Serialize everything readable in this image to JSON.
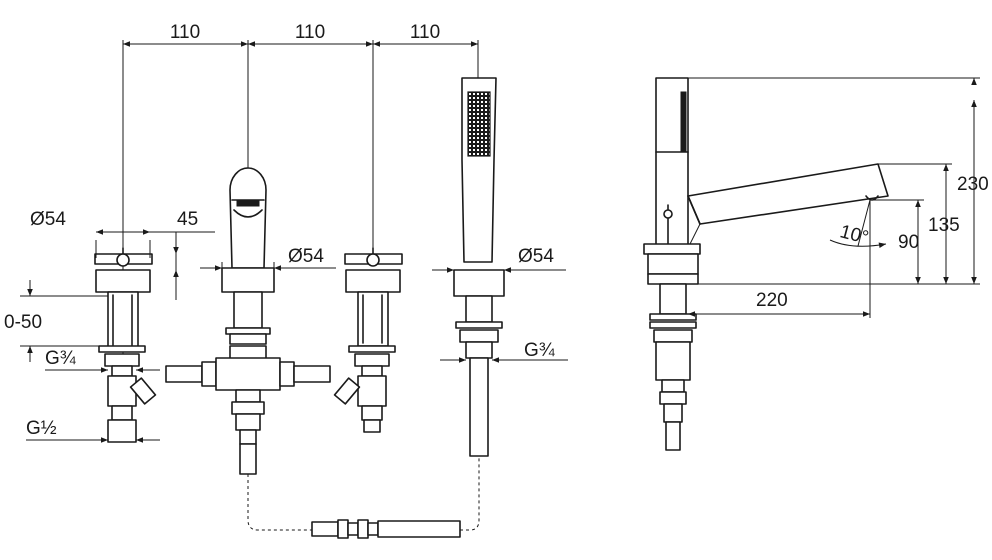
{
  "spacing_1": "110",
  "spacing_2": "110",
  "spacing_3": "110",
  "cold_dia": "Ø54",
  "cold_projection": "45",
  "spout_dia": "Ø54",
  "shower_dia": "Ø54",
  "adjust_range": "0-50",
  "thread_upper": "G¾",
  "thread_lower": "G½",
  "shower_thread": "G¾",
  "height_total": "230",
  "height_spout": "135",
  "height_outlet": "90",
  "reach": "220",
  "angle": "10°",
  "line_color": "#1a1a1a"
}
